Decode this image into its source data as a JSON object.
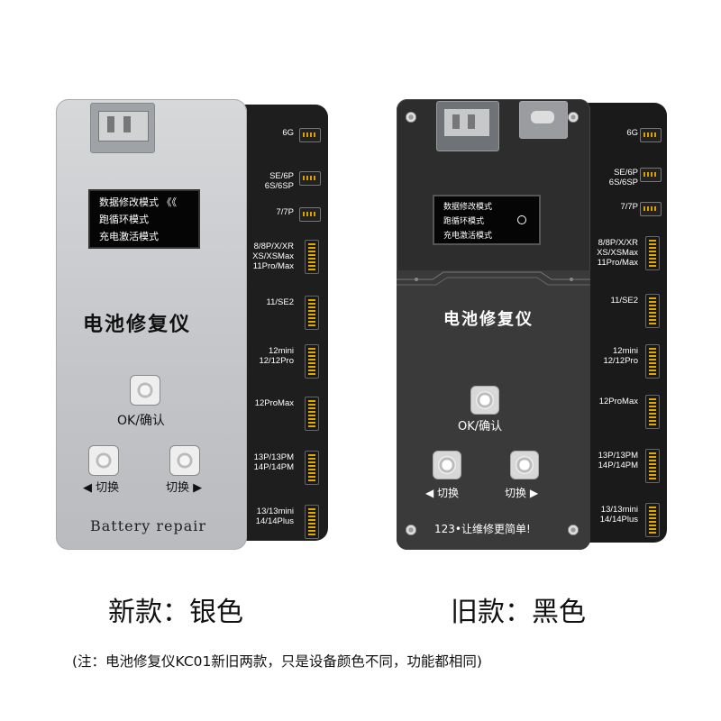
{
  "silver_device": {
    "screen_lines": [
      "数据修改模式 《《",
      "跑循环模式",
      "充电激活模式"
    ],
    "title": "电池修复仪",
    "ok_label": "OK/确认",
    "left_switch": "◀ 切换",
    "right_switch": "切换 ▶",
    "brand": "Battery repair",
    "colors": {
      "body": "#c9cbcd",
      "strip": "#1e1e1e"
    }
  },
  "black_device": {
    "screen_lines": [
      "数据修改模式",
      "跑循环模式",
      "充电激活模式"
    ],
    "title": "电池修复仪",
    "ok_label": "OK/确认",
    "left_switch": "◀ 切换",
    "right_switch": "切换 ▶",
    "slogan": "123•让维修更简单!",
    "colors": {
      "body": "#2b2b2b",
      "strip": "#1a1a1a"
    }
  },
  "connectors": [
    {
      "label": "6G",
      "type": "h"
    },
    {
      "label": "SE/6P\n6S/6SP",
      "type": "h"
    },
    {
      "label": "7/7P",
      "type": "h"
    },
    {
      "label": "8/8P/X/XR\nXS/XSMax\n11Pro/Max",
      "type": "v"
    },
    {
      "label": "11/SE2",
      "type": "v"
    },
    {
      "label": "12mini\n12/12Pro",
      "type": "v"
    },
    {
      "label": "12ProMax",
      "type": "v"
    },
    {
      "label": "13P/13PM\n14P/14PM",
      "type": "v"
    },
    {
      "label": "13/13mini\n14/14Plus",
      "type": "v"
    }
  ],
  "captions": {
    "new_model": "新款：银色",
    "old_model": "旧款：黑色",
    "note": "(注：电池修复仪KC01新旧两款，只是设备颜色不同，功能都相同)"
  }
}
